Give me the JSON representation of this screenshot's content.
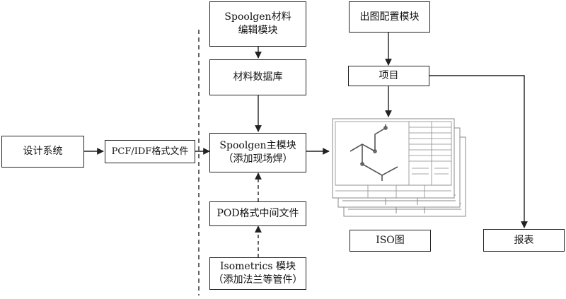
{
  "nodes": {
    "design_system": {
      "label": "设计系统"
    },
    "pcf_file": {
      "label": "PCF/IDF格式文件"
    },
    "material_edit": {
      "line1": "Spoolgen材料",
      "line2": "编辑模块"
    },
    "material_db": {
      "label": "材料数据库"
    },
    "main_module": {
      "line1": "Spoolgen主模块",
      "line2": "（添加现场焊）"
    },
    "pod_file": {
      "label": "POD格式中间文件"
    },
    "isometrics": {
      "line1": "Isometrics 模块",
      "line2": "（添加法兰等管件）"
    },
    "output_config": {
      "label": "出图配置模块"
    },
    "project": {
      "label": "项目"
    },
    "iso_drawing": {
      "label": "ISO图"
    },
    "report": {
      "label": "报表"
    }
  },
  "edges": [
    {
      "from": "design_system",
      "to": "pcf_file",
      "style": "solid"
    },
    {
      "from": "pcf_file",
      "to": "main_module",
      "style": "solid"
    },
    {
      "from": "material_edit",
      "to": "material_db",
      "style": "solid"
    },
    {
      "from": "material_db",
      "to": "main_module",
      "style": "solid"
    },
    {
      "from": "isometrics",
      "to": "pod_file",
      "style": "dashed"
    },
    {
      "from": "pod_file",
      "to": "main_module",
      "style": "dashed"
    },
    {
      "from": "main_module",
      "to": "iso_drawing_stack",
      "style": "solid"
    },
    {
      "from": "output_config",
      "to": "project",
      "style": "solid"
    },
    {
      "from": "project",
      "to": "iso_drawing_stack",
      "style": "solid"
    },
    {
      "from": "project",
      "to": "report",
      "style": "solid"
    }
  ],
  "colors": {
    "line": "#222222",
    "background": "#ffffff",
    "drawing_line": "#8a8a8a"
  }
}
